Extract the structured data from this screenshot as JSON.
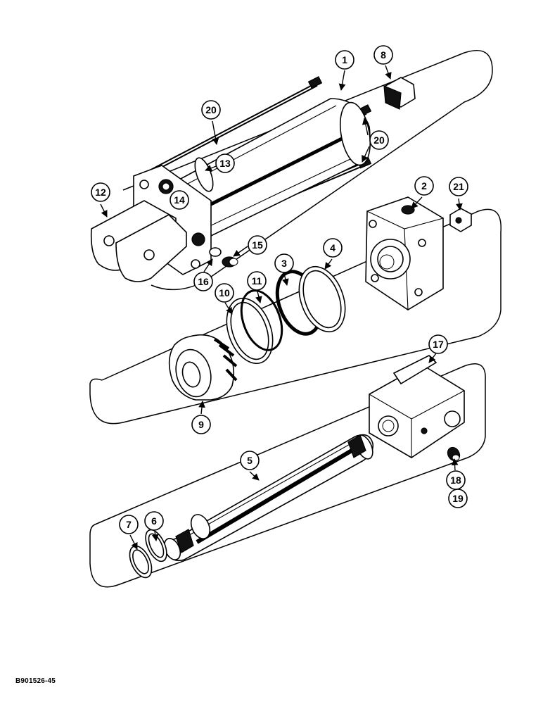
{
  "figure_id": "B901526-45",
  "callouts": [
    "1",
    "2",
    "3",
    "4",
    "5",
    "6",
    "7",
    "8",
    "9",
    "10",
    "11",
    "12",
    "13",
    "14",
    "15",
    "16",
    "17",
    "18",
    "19",
    "20",
    "20",
    "21"
  ]
}
